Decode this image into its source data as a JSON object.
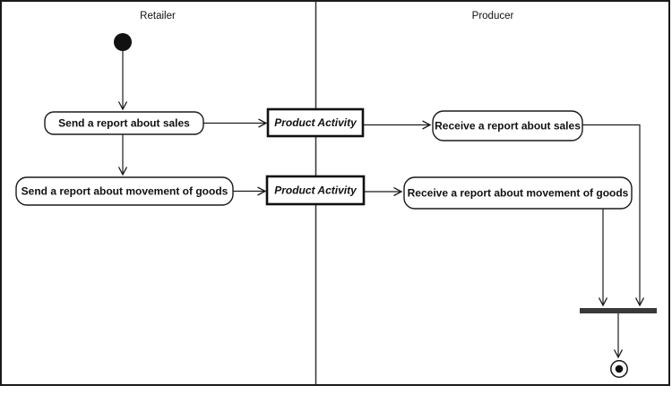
{
  "diagram": {
    "lanes": {
      "retailer": {
        "title": "Retailer"
      },
      "producer": {
        "title": "Producer"
      }
    },
    "nodes": {
      "start": {
        "icon": "initial-node-filled-circle"
      },
      "send_sales": {
        "label": "Send a report about sales"
      },
      "product_activity_1": {
        "label": "Product Activity"
      },
      "receive_sales": {
        "label": "Receive a report about sales"
      },
      "send_goods": {
        "label": "Send a report about movement of goods"
      },
      "product_activity_2": {
        "label": "Product Activity"
      },
      "receive_goods": {
        "label": "Receive a report about movement of goods"
      },
      "join": {
        "icon": "join-synchronization-bar"
      },
      "final": {
        "icon": "final-node-bullseye"
      }
    },
    "colors": {
      "line": "#1a1a1a",
      "join_bar": "#3a3a3a",
      "start_fill": "#111111",
      "node_fill": "#ffffff",
      "background": "#ffffff"
    }
  }
}
